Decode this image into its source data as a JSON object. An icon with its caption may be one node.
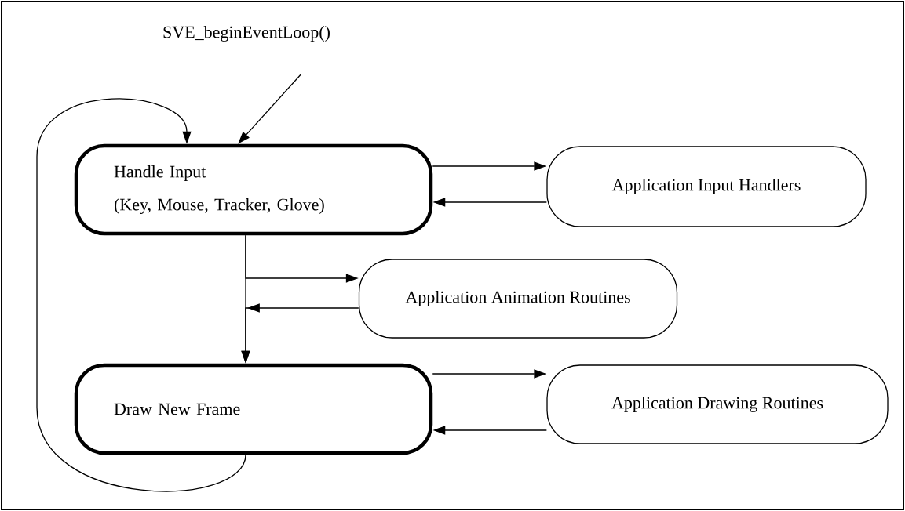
{
  "diagram": {
    "nodes": [
      {
        "text": [
          "SVE_beginEventLoop()"
        ]
      },
      {
        "text": [
          "Handle Input",
          "(Key, Mouse, Tracker, Glove)"
        ]
      },
      {
        "text": [
          "Application Input Handlers"
        ]
      },
      {
        "text": [
          "Application Animation Routines"
        ]
      },
      {
        "text": [
          "Draw New Frame"
        ]
      },
      {
        "text": [
          "Application Drawing Routines"
        ]
      }
    ],
    "edges": [
      {
        "from": 0,
        "to": 1,
        "arrow": "to"
      },
      {
        "from": 1,
        "to": 2,
        "arrow": "to"
      },
      {
        "from": 2,
        "to": 1,
        "arrow": "to"
      },
      {
        "from": 1,
        "to": 4,
        "arrow": "to"
      },
      {
        "from": 1,
        "to": 3,
        "arrow": "to"
      },
      {
        "from": 3,
        "to": 4,
        "arrow": "to"
      },
      {
        "from": 4,
        "to": 5,
        "arrow": "to"
      },
      {
        "from": 5,
        "to": 4,
        "arrow": "to"
      },
      {
        "from": 4,
        "to": 1,
        "arrow": "to"
      }
    ]
  }
}
